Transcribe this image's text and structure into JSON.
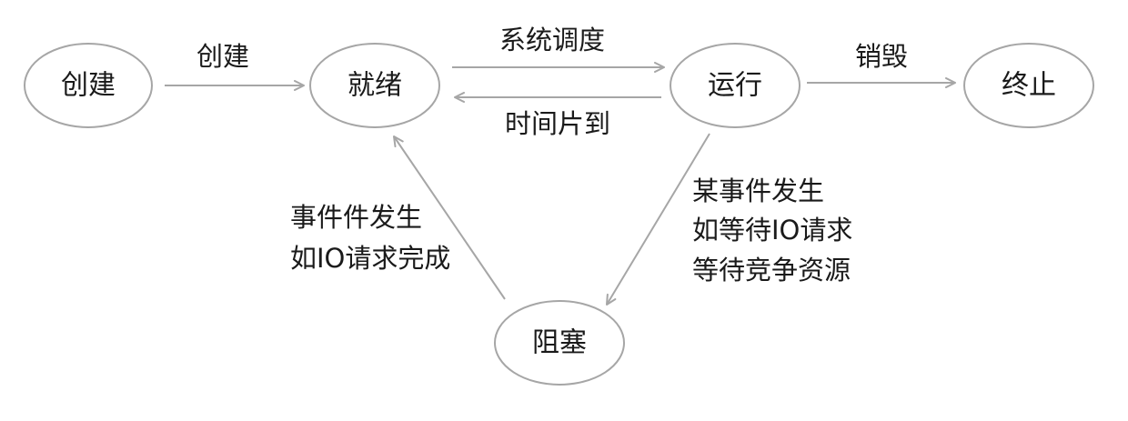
{
  "nodes": {
    "create": "创建",
    "ready": "就绪",
    "running": "运行",
    "terminated": "终止",
    "blocked": "阻塞"
  },
  "edges": {
    "create_to_ready": "创建",
    "ready_to_running": "系统调度",
    "running_to_ready": "时间片到",
    "running_to_terminated": "销毁",
    "running_to_blocked": [
      "某事件发生",
      "如等待IO请求",
      "等待竞争资源"
    ],
    "blocked_to_ready": [
      "事件件发生",
      "如IO请求完成"
    ]
  },
  "colors": {
    "stroke": "#a6a6a6",
    "text": "#1a1a1a"
  }
}
